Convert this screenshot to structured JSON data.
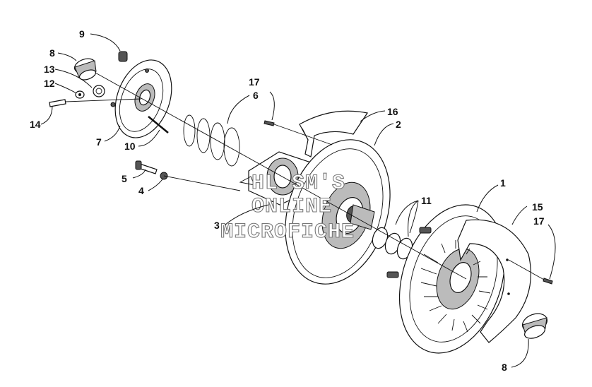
{
  "callouts": {
    "c1": "1",
    "c2": "2",
    "c3": "3",
    "c4": "4",
    "c5": "5",
    "c6": "6",
    "c7": "7",
    "c8_top": "8",
    "c8_bottom": "8",
    "c9": "9",
    "c10": "10",
    "c11": "11",
    "c12": "12",
    "c13": "13",
    "c14": "14",
    "c15": "15",
    "c16": "16",
    "c17_top": "17",
    "c17_right": "17"
  },
  "watermark": {
    "line1": "HL SM'S",
    "line2": "ONLINE",
    "line3": "MICROFICHE"
  }
}
